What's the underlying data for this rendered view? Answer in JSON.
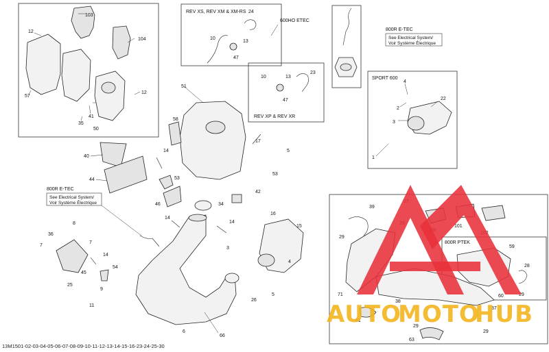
{
  "footer_code": "13M1501-02-03-04-05-06-07-08-09-10-11-12-13-14-15-16-23-24-25-30",
  "watermark": {
    "text_auto": "AUTO",
    "text_moto": "MOTO",
    "text_hub": "HUB",
    "red": "#e8313a",
    "yellow": "#f2b51f"
  },
  "groups": {
    "rev_xs": "REV XS, REV XM & XM-RS",
    "ho_etec": "600HO ETEC",
    "r800_top": "800R E-TEC",
    "see_elec_top_1": "See Electrical System/",
    "see_elec_top_2": "Voir Système Électrique",
    "sport600": "SPORT 600",
    "rev_xp": "REV XP & REV XR",
    "r800_left": "800R E-TEC",
    "see_elec_left_1": "See Electrical System/",
    "see_elec_left_2": "Voir Système Électrique",
    "r800_ptek": "800R PTEK"
  },
  "callouts": {
    "c103": "103",
    "c104": "104",
    "c12a": "12",
    "c12b": "12",
    "c57": "57",
    "c35": "35",
    "c50": "50",
    "c41": "41",
    "c51": "51",
    "c24": "24",
    "c10a": "10",
    "c13a": "13",
    "c47a": "47",
    "c23": "23",
    "c10b": "10",
    "c13b": "13",
    "c47b": "47",
    "c22": "22",
    "c4a": "4",
    "c2": "2",
    "c3a": "3",
    "c1": "1",
    "c58": "58",
    "c40": "40",
    "c14a": "14",
    "c17": "17",
    "c5a": "5",
    "c44": "44",
    "c53a": "53",
    "c53b": "53",
    "c46": "46",
    "c34": "34",
    "c42": "42",
    "c36": "36",
    "c8": "8",
    "c7a": "7",
    "c7b": "7",
    "c45": "45",
    "c54": "54",
    "c25": "25",
    "c9": "9",
    "c11": "11",
    "c14b": "14",
    "c14c": "14",
    "c14d": "14",
    "c3b": "3",
    "c16": "16",
    "c15": "15",
    "c4b": "4",
    "c26": "26",
    "c5b": "5",
    "c6": "6",
    "c66": "66",
    "c39": "39",
    "c27": "27",
    "c29a": "29",
    "c29b": "29",
    "c100": "100",
    "c101": "101",
    "c102": "102",
    "c59": "59",
    "c28": "28",
    "c71": "71",
    "c60": "60",
    "c29c": "29",
    "c38": "38",
    "c61": "61",
    "c37": "37",
    "c29d": "29",
    "c29e": "29",
    "c63": "63"
  }
}
